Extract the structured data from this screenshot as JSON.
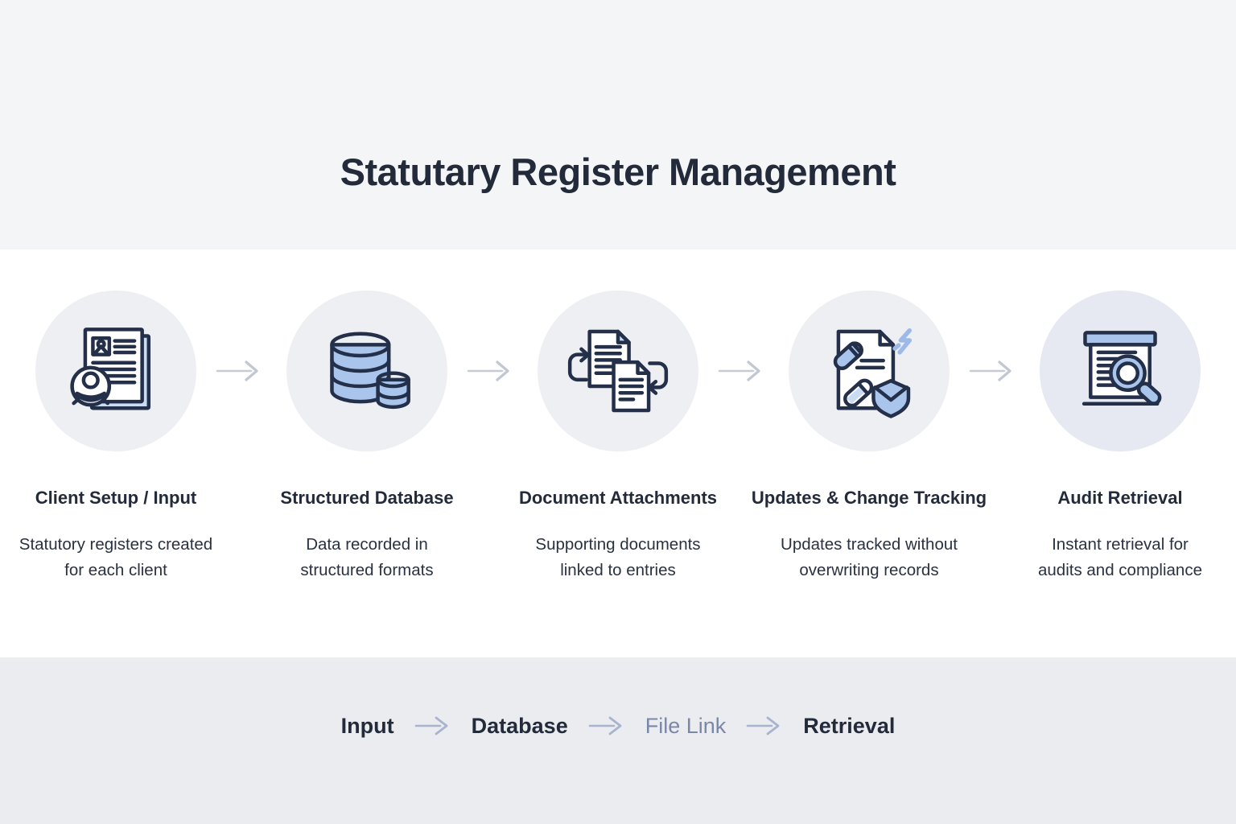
{
  "header": {
    "title": "Statutary Register Management"
  },
  "steps": [
    {
      "title": "Client Setup / Input",
      "description_lines": [
        "Statutory registers created",
        "for each client"
      ],
      "icon": "client-record-icon"
    },
    {
      "title": "Structured Database",
      "description_lines": [
        "Data recorded in",
        "structured formats"
      ],
      "icon": "database-icon"
    },
    {
      "title": "Document Attachments",
      "description_lines": [
        "Supporting documents",
        "linked to entries"
      ],
      "icon": "documents-sync-icon"
    },
    {
      "title": "Updates & Change Tracking",
      "description_lines": [
        "Updates tracked without",
        "overwriting records"
      ],
      "icon": "edit-shield-icon"
    },
    {
      "title": "Audit Retrieval",
      "description_lines": [
        "Instant retrieval for",
        "audits and compliance"
      ],
      "icon": "archive-search-icon"
    }
  ],
  "flow": {
    "items": [
      {
        "label": "Input"
      },
      {
        "label": "Database"
      },
      {
        "label": "File Link"
      },
      {
        "label": "Retrieval"
      }
    ]
  },
  "colors": {
    "ink": "#232a3a",
    "text": "#2a3140",
    "icon-stroke": "#243049",
    "icon-blue": "#a9c5ec",
    "icon-blue-light": "#c9dcf4",
    "circle-bg": "#edeff3",
    "circle-bg-alt": "#e6e9f2",
    "band-top": "#f4f5f7",
    "band-bottom": "#eaecf0",
    "arrow-gray": "#c6cbd6",
    "arrow-blue": "#a9b3cd",
    "muted-label": "#7b87a6"
  }
}
